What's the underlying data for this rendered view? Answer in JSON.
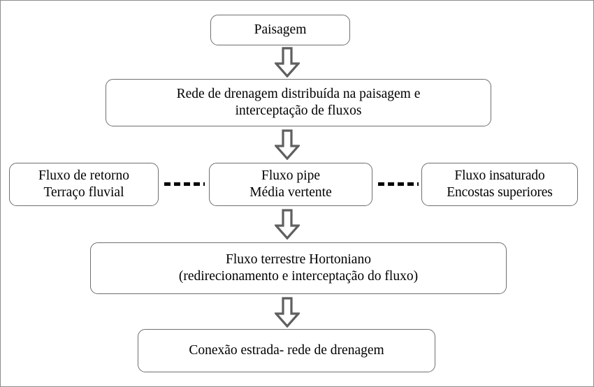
{
  "diagram": {
    "title": "Fluxograma de conexao estrada - rede de drenagem",
    "background_color": "#ffffff",
    "border_color": "#8c8c8c",
    "node_border_color": "#6f6f6f",
    "text_color": "#000000",
    "arrow_fill": "#ffffff",
    "arrow_stroke": "#5f5f5f",
    "nodes": [
      {
        "id": "paisagem",
        "lines": [
          "Paisagem"
        ]
      },
      {
        "id": "rede",
        "lines": [
          "Rede de drenagem distribuída na paisagem e",
          "interceptação de fluxos"
        ]
      },
      {
        "id": "retorno",
        "lines": [
          "Fluxo de retorno",
          "Terraço fluvial"
        ]
      },
      {
        "id": "pipe",
        "lines": [
          "Fluxo pipe",
          "Média vertente"
        ]
      },
      {
        "id": "insaturado",
        "lines": [
          "Fluxo insaturado",
          "Encostas superiores"
        ]
      },
      {
        "id": "hortoniano",
        "lines": [
          "Fluxo terrestre Hortoniano",
          "(redirecionamento e interceptação do fluxo)"
        ]
      },
      {
        "id": "conexao",
        "lines": [
          "Conexão estrada- rede de drenagem"
        ]
      }
    ],
    "connectors": [
      {
        "id": "arrow-1",
        "type": "block-arrow-down",
        "from": "paisagem",
        "to": "rede"
      },
      {
        "id": "arrow-2",
        "type": "block-arrow-down",
        "from": "rede",
        "to": "pipe"
      },
      {
        "id": "arrow-3",
        "type": "block-arrow-down",
        "from": "pipe",
        "to": "hortoniano"
      },
      {
        "id": "arrow-4",
        "type": "block-arrow-down",
        "from": "hortoniano",
        "to": "conexao"
      },
      {
        "id": "link-left",
        "type": "dashed-line",
        "from": "retorno",
        "to": "pipe"
      },
      {
        "id": "link-right",
        "type": "dashed-line",
        "from": "pipe",
        "to": "insaturado"
      }
    ]
  }
}
